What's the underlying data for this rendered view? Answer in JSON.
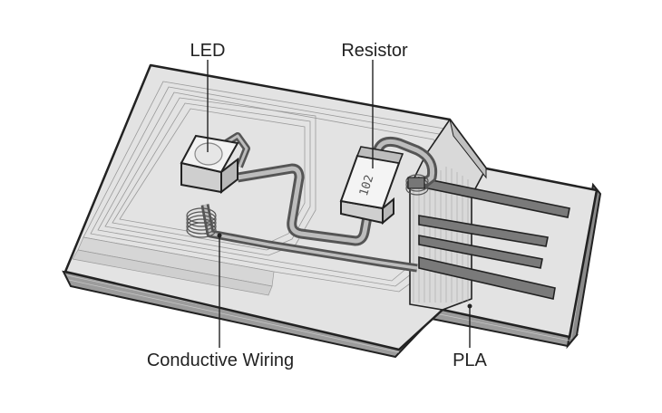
{
  "labels": {
    "led": "LED",
    "resistor": "Resistor",
    "wiring": "Conductive Wiring",
    "material": "PLA"
  },
  "resistor_code": "102",
  "colors": {
    "surface": "#e3e3e3",
    "surface_dark": "#cfcfcf",
    "edge": "#8e8e8e",
    "trace": "#666666",
    "trace_fill": "#bdbdbd",
    "outline": "#222222"
  }
}
